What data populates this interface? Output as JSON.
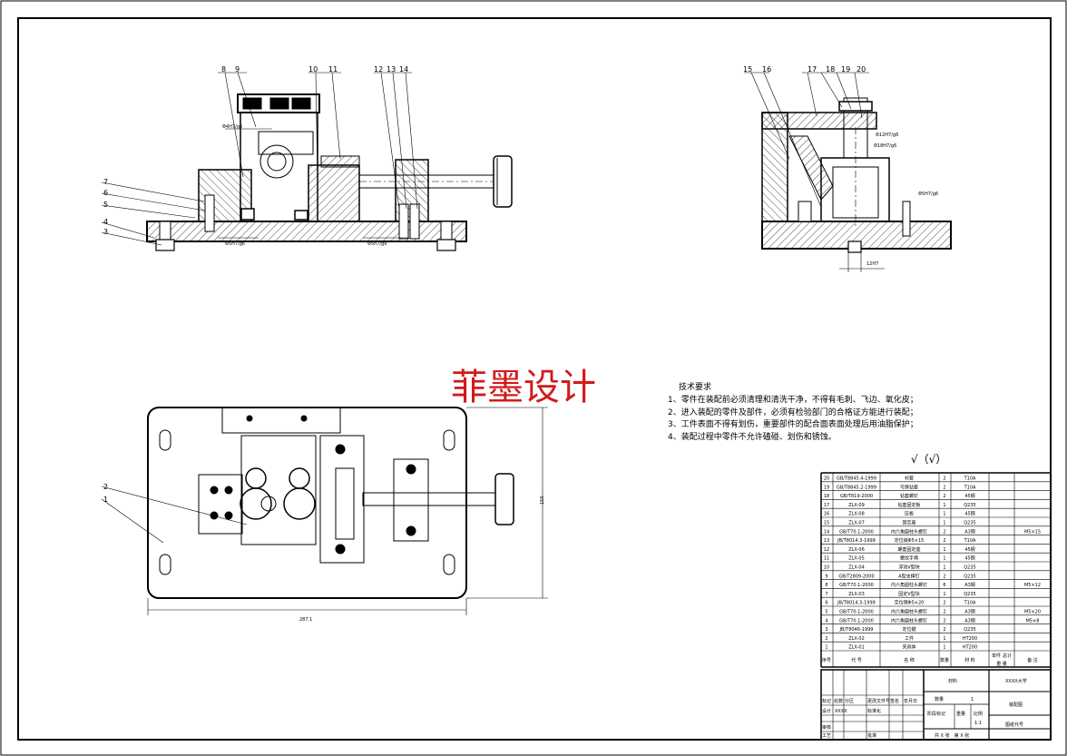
{
  "watermark": "菲墨设计",
  "tech": {
    "title": "技术要求",
    "lines": [
      "1、零件在装配前必须清理和清洗干净，不得有毛刺、飞边、氧化皮；",
      "2、进入装配的零件及部件，必须有检验部门的合格证方能进行装配；",
      "3、工件表面不得有划伤，重要部件的配合面表面处理后用油脂保护；",
      "4、装配过程中零件不允许磕碰、划伤和锈蚀。"
    ]
  },
  "roughness": "√（√）",
  "views": {
    "front": {
      "callouts": [
        "8",
        "9",
        "10",
        "11",
        "12",
        "13",
        "14",
        "7",
        "6",
        "5",
        "4",
        "3"
      ],
      "fits": [
        "Φ4H7/g6",
        "Φ5H7/g6",
        "Φ5h7/g6"
      ]
    },
    "side": {
      "callouts": [
        "15",
        "16",
        "17",
        "18",
        "19",
        "20"
      ],
      "fits": [
        "Φ12H7/g6",
        "Φ18H7/g6",
        "Φ5H7/g6",
        "12H7"
      ]
    },
    "top": {
      "callouts": [
        "2",
        "1"
      ],
      "dims": [
        "287.1",
        "150"
      ]
    }
  },
  "bom": [
    {
      "no": "20",
      "code": "GB/T8845.4-1999",
      "name": "衬套",
      "qty": "2",
      "mat": "T10A",
      "note": ""
    },
    {
      "no": "19",
      "code": "GB/T8845.2-1999",
      "name": "可换钻套",
      "qty": "2",
      "mat": "T10A",
      "note": ""
    },
    {
      "no": "18",
      "code": "GB/T819-2000",
      "name": "钻套螺钉",
      "qty": "2",
      "mat": "45钢",
      "note": ""
    },
    {
      "no": "17",
      "code": "ZLX-09",
      "name": "钻套固定板",
      "qty": "1",
      "mat": "Q235",
      "note": ""
    },
    {
      "no": "16",
      "code": "ZLX-08",
      "name": "压板",
      "qty": "1",
      "mat": "45钢",
      "note": ""
    },
    {
      "no": "15",
      "code": "ZLX-07",
      "name": "固定座",
      "qty": "1",
      "mat": "Q235",
      "note": ""
    },
    {
      "no": "14",
      "code": "GB/T70.1-2000",
      "name": "内六角圆柱头螺钉",
      "qty": "2",
      "mat": "A3钢",
      "note": "M5×15"
    },
    {
      "no": "13",
      "code": "JB/T8014.3-1999",
      "name": "定位销Φ5×15",
      "qty": "2",
      "mat": "T10A",
      "note": ""
    },
    {
      "no": "12",
      "code": "ZLX-06",
      "name": "螺套固定座",
      "qty": "1",
      "mat": "45钢",
      "note": ""
    },
    {
      "no": "11",
      "code": "ZLX-05",
      "name": "螺纹手柄",
      "qty": "1",
      "mat": "45钢",
      "note": ""
    },
    {
      "no": "10",
      "code": "ZLX-04",
      "name": "浮动V型块",
      "qty": "1",
      "mat": "Q235",
      "note": ""
    },
    {
      "no": "9",
      "code": "GB/T2809-2000",
      "name": "A型支撑钉",
      "qty": "2",
      "mat": "Q235",
      "note": ""
    },
    {
      "no": "8",
      "code": "GB/T70.1-2000",
      "name": "内六角圆柱头螺钉",
      "qty": "6",
      "mat": "A3钢",
      "note": "M5×12"
    },
    {
      "no": "7",
      "code": "ZLX-03",
      "name": "固定V型块",
      "qty": "1",
      "mat": "Q235",
      "note": ""
    },
    {
      "no": "6",
      "code": "JB/T8014.3-1999",
      "name": "定位销Φ5×20",
      "qty": "2",
      "mat": "T10A",
      "note": ""
    },
    {
      "no": "5",
      "code": "GB/T70.1-2000",
      "name": "内六角圆柱头螺钉",
      "qty": "2",
      "mat": "A3钢",
      "note": "M5×20"
    },
    {
      "no": "4",
      "code": "GB/T70.1-2000",
      "name": "内六角圆柱头螺钉",
      "qty": "2",
      "mat": "A3钢",
      "note": "M5×8"
    },
    {
      "no": "3",
      "code": "JB/T8046-1999",
      "name": "定位键",
      "qty": "2",
      "mat": "Q235",
      "note": ""
    },
    {
      "no": "2",
      "code": "ZLX-02",
      "name": "工件",
      "qty": "1",
      "mat": "HT200",
      "note": ""
    },
    {
      "no": "1",
      "code": "ZLX-01",
      "name": "夹具体",
      "qty": "1",
      "mat": "HT200",
      "note": ""
    }
  ],
  "bom_header": {
    "no": "序号",
    "code": "代 号",
    "name": "名 称",
    "qty": "数量",
    "mat": "材 料",
    "unit": "单件",
    "total": "总计",
    "weight": "重 量",
    "note": "备 注"
  },
  "title_block": {
    "material": "材料",
    "school": "XXXX大学",
    "quantity_label": "数量",
    "quantity": "1",
    "drawing_name": "装配图",
    "stage": "阶段标记",
    "weight": "重量",
    "scale_label": "比例",
    "scale": "1:1",
    "drawing_no": "图纸代号",
    "sheets": "共 X 张　第 X 张",
    "rows": [
      "标记",
      "处数",
      "分区",
      "更改文件号",
      "签名",
      "年月日"
    ],
    "roles": [
      "设计",
      "审核",
      "工艺",
      "标准化",
      "批准"
    ],
    "designer": "XXXX"
  }
}
